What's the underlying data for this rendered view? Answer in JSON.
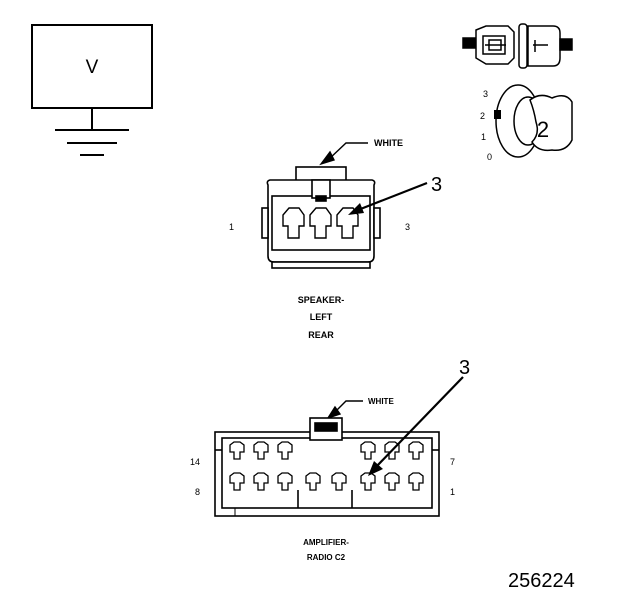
{
  "voltmeter": {
    "symbol": "V"
  },
  "legend": {
    "positions": [
      "3",
      "2",
      "1",
      "0"
    ],
    "callout": "2"
  },
  "speaker_connector": {
    "color_label": "WHITE",
    "callout": "3",
    "pin_left": "1",
    "pin_right": "3",
    "name_lines": [
      "SPEAKER-",
      "LEFT",
      "REAR"
    ]
  },
  "amplifier_connector": {
    "color_label": "WHITE",
    "callout": "3",
    "pin_top_left": "14",
    "pin_bottom_left": "8",
    "pin_top_right": "7",
    "pin_bottom_right": "1",
    "name_lines": [
      "AMPLIFIER-",
      "RADIO C2"
    ]
  },
  "figure_id": "256224"
}
